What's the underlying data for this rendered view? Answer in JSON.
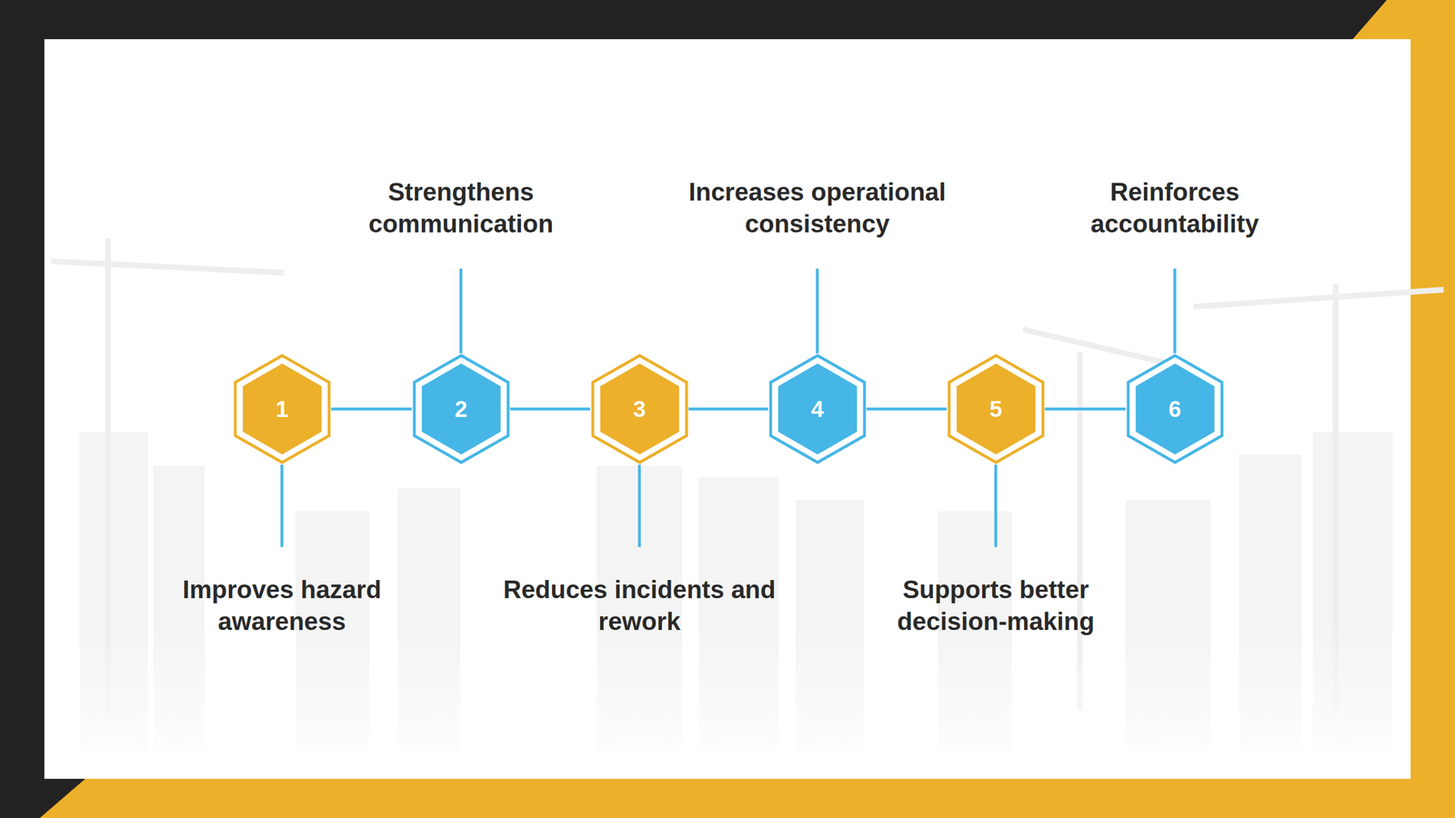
{
  "diagram": {
    "nodes": [
      {
        "text": [
          "1",
          "Improves hazard awareness"
        ]
      },
      {
        "text": [
          "2",
          "Strengthens communication"
        ]
      },
      {
        "text": [
          "3",
          "Reduces incidents and rework"
        ]
      },
      {
        "text": [
          "4",
          "Increases operational consistency"
        ]
      },
      {
        "text": [
          "5",
          "Supports better decision-making"
        ]
      },
      {
        "text": [
          "6",
          "Reinforces accountability"
        ]
      }
    ],
    "edges": [
      {
        "from": 0,
        "to": 1,
        "arrow": "none"
      },
      {
        "from": 1,
        "to": 2,
        "arrow": "none"
      },
      {
        "from": 2,
        "to": 3,
        "arrow": "none"
      },
      {
        "from": 3,
        "to": 4,
        "arrow": "none"
      },
      {
        "from": 4,
        "to": 5,
        "arrow": "none"
      }
    ]
  }
}
